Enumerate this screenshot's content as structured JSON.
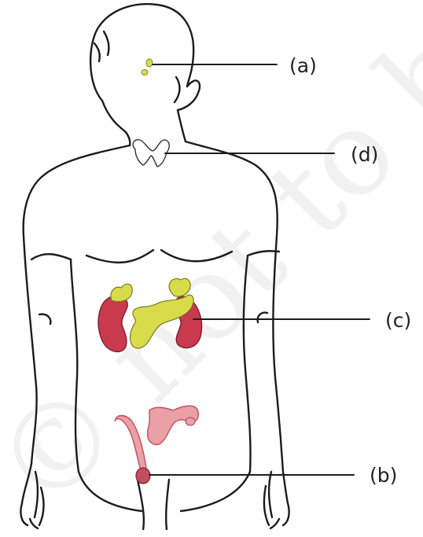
{
  "watermark": "© not to be republished",
  "colors": {
    "outline": "#1c1c1c",
    "watermark": "#d9d9d9",
    "gland_yellow": "#d9dc4a",
    "kidney_red": "#c93a4e",
    "reproductive_pink": "#e9a0a6",
    "reproductive_red": "#c24d5f"
  },
  "labels": {
    "a": "(a)",
    "b": "(b)",
    "c": "(c)",
    "d": "(d)"
  }
}
